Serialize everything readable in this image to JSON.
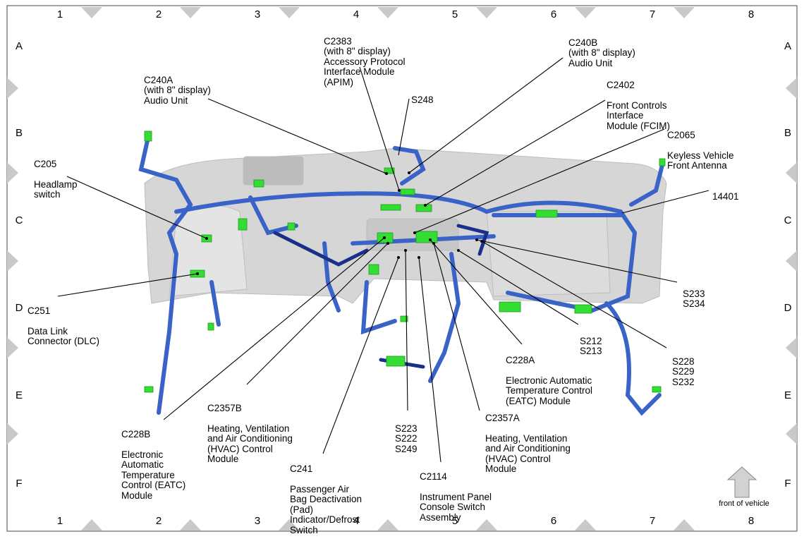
{
  "grid": {
    "columns": [
      "1",
      "2",
      "3",
      "4",
      "5",
      "6",
      "7",
      "8"
    ],
    "rows": [
      "A",
      "B",
      "C",
      "D",
      "E",
      "F"
    ]
  },
  "callouts": {
    "c2383": {
      "id": "C2383",
      "text": "(with 8\" display)\nAccessory Protocol\nInterface Module\n(APIM)"
    },
    "c240b": {
      "id": "C240B",
      "text": "(with 8\" display)\nAudio Unit"
    },
    "c240a": {
      "id": "C240A",
      "text": "(with 8\" display)\nAudio Unit"
    },
    "s248": {
      "id": "S248",
      "text": ""
    },
    "c2402": {
      "id": "C2402",
      "text": "Front Controls\nInterface\nModule (FCIM)"
    },
    "c2065": {
      "id": "C2065",
      "text": "Keyless Vehicle\nFront Antenna"
    },
    "c205": {
      "id": "C205",
      "text": "Headlamp\nswitch"
    },
    "n14401": {
      "id": "14401",
      "text": ""
    },
    "s233": {
      "id": "S233\nS234",
      "text": ""
    },
    "c251": {
      "id": "C251",
      "text": "Data Link\nConnector (DLC)"
    },
    "s212": {
      "id": "S212\nS213",
      "text": ""
    },
    "s228": {
      "id": "S228\nS229\nS232",
      "text": ""
    },
    "c228a": {
      "id": "C228A",
      "text": "Electronic Automatic\nTemperature Control\n(EATC) Module"
    },
    "c2357b": {
      "id": "C2357B",
      "text": "Heating, Ventilation\nand Air Conditioning\n(HVAC) Control\nModule"
    },
    "c2357a": {
      "id": "C2357A",
      "text": "Heating, Ventilation\nand Air Conditioning\n(HVAC) Control\nModule"
    },
    "c228b": {
      "id": "C228B",
      "text": "Electronic\nAutomatic\nTemperature\nControl (EATC)\nModule"
    },
    "s223": {
      "id": "S223\nS222\nS249",
      "text": ""
    },
    "c241": {
      "id": "C241",
      "text": "Passenger Air\nBag Deactivation\n(Pad)\nIndicator/Defrost\nSwitch"
    },
    "c2114": {
      "id": "C2114",
      "text": "Instrument Panel\nConsole Switch\nAssembly"
    }
  },
  "front_of_vehicle": "front of vehicle",
  "colors": {
    "harness": "#3a63c8",
    "harness_dark": "#1a2f8a",
    "connector": "#33dd33",
    "panel": "#d4d4d4",
    "marker": "#c8c8c8"
  }
}
